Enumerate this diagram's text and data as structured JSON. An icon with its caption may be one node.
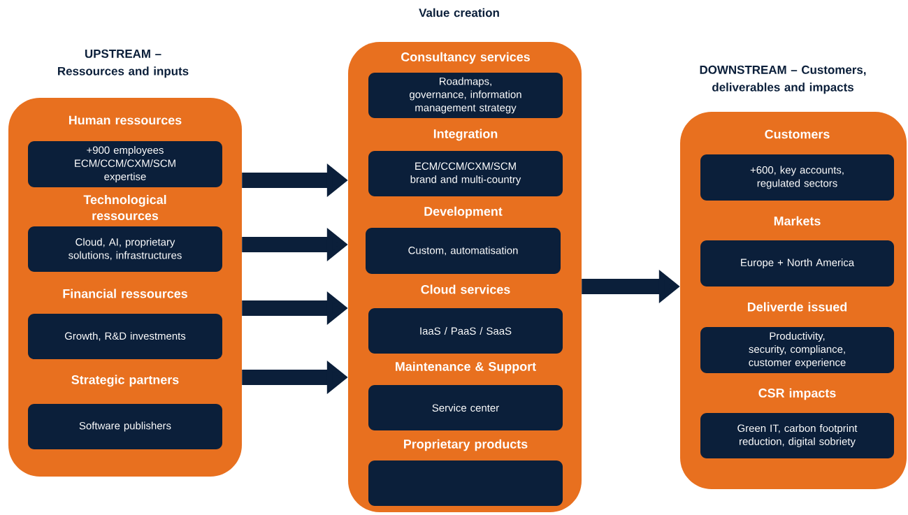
{
  "diagram": {
    "nodes": [
      {
        "text": [
          "UPSTREAM – Ressources and inputs"
        ]
      },
      {
        "text": [
          "+900 employees ECM/CCM/CXM/SCM expertise"
        ],
        "beside": [
          "Human ressources"
        ],
        "in": 0
      },
      {
        "text": [
          "Cloud, AI, proprietary solutions, infrastructures"
        ],
        "beside": [
          "Technological ressources"
        ],
        "in": 0
      },
      {
        "text": [
          "Growth, R&D investments"
        ],
        "beside": [
          "Financial ressources"
        ],
        "in": 0
      },
      {
        "text": [
          "Software publishers"
        ],
        "beside": [
          "Strategic partners"
        ],
        "in": 0
      },
      {
        "text": [
          "Value creation"
        ]
      },
      {
        "text": [
          "Roadmaps, governance, information management strategy"
        ],
        "beside": [
          "Consultancy services"
        ],
        "in": 5
      },
      {
        "text": [
          "ECM/CCM/CXM/SCM brand and multi-country"
        ],
        "beside": [
          "Integration"
        ],
        "in": 5
      },
      {
        "text": [
          "Custom, automatisation"
        ],
        "beside": [
          "Development"
        ],
        "in": 5
      },
      {
        "text": [
          "IaaS / PaaS / SaaS"
        ],
        "beside": [
          "Cloud services"
        ],
        "in": 5
      },
      {
        "text": [
          "Service center"
        ],
        "beside": [
          "Maintenance & Support"
        ],
        "in": 5
      },
      {
        "text": [],
        "shape": "box",
        "beside": [
          "Proprietary products"
        ],
        "in": 5
      },
      {
        "text": [
          "DOWNSTREAM – Customers, deliverables and impacts"
        ]
      },
      {
        "text": [
          "+600, key accounts, regulated sectors"
        ],
        "beside": [
          "Customers"
        ],
        "in": 12
      },
      {
        "text": [
          "Europe + North America"
        ],
        "beside": [
          "Markets"
        ],
        "in": 12
      },
      {
        "text": [
          "Productivity, security, compliance, customer experience"
        ],
        "beside": [
          "Deliverde issued"
        ],
        "in": 12
      },
      {
        "text": [
          "Green IT, carbon footprint reduction, digital sobriety"
        ],
        "beside": [
          "CSR impacts"
        ],
        "in": 12
      }
    ],
    "edges": [
      {
        "from": 0,
        "to": 5,
        "arrow": "to"
      },
      {
        "from": 0,
        "to": 5,
        "arrow": "to"
      },
      {
        "from": 0,
        "to": 5,
        "arrow": "to"
      },
      {
        "from": 0,
        "to": 5,
        "arrow": "to"
      },
      {
        "from": 5,
        "to": 12,
        "arrow": "to"
      }
    ]
  }
}
